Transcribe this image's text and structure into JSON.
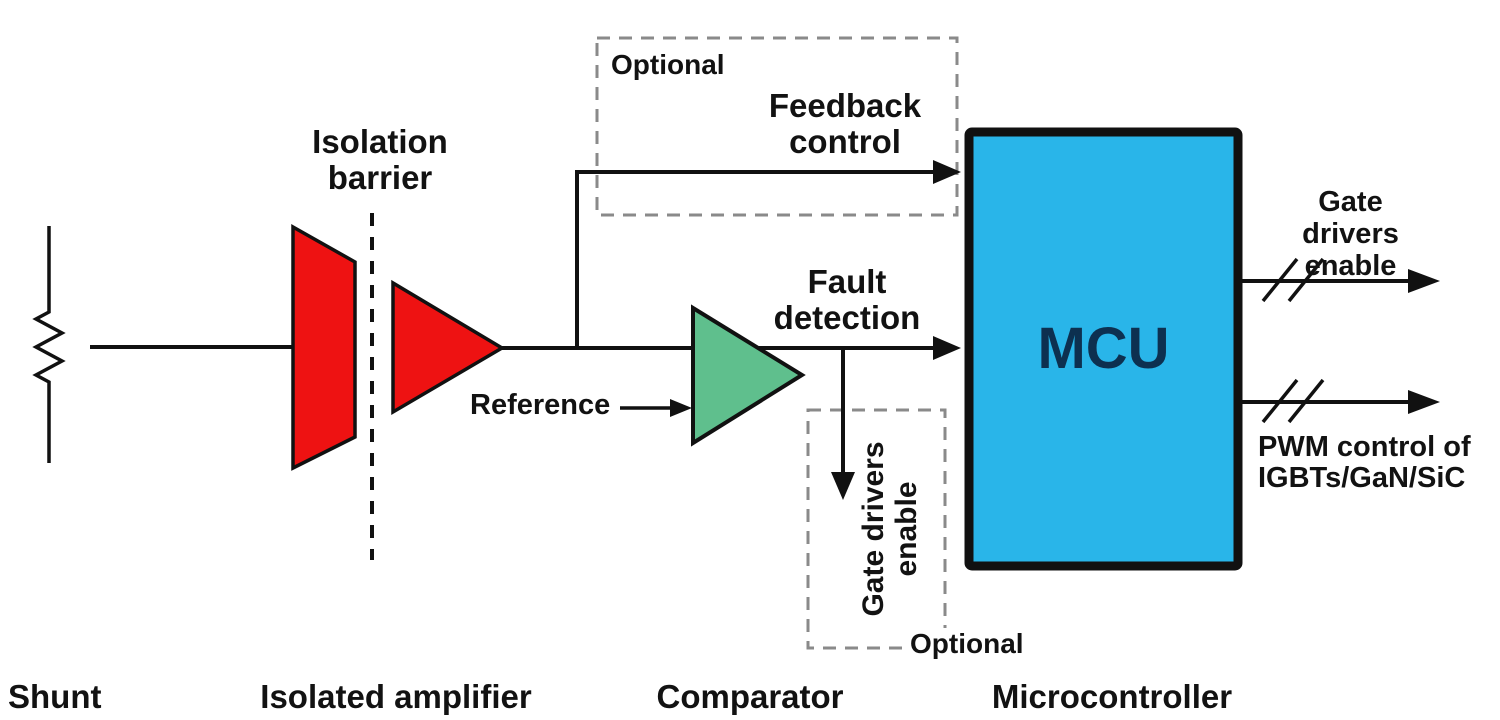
{
  "diagram": {
    "labels": {
      "optional_top": "Optional",
      "optional_bottom": "Optional",
      "feedback_control": "Feedback control",
      "fault_detection": "Fault detection",
      "isolation_barrier": "Isolation barrier",
      "reference": "Reference",
      "mcu": "MCU",
      "gate_drivers_enable_right": "Gate drivers enable",
      "gate_drivers_enable_vertical": "Gate drivers enable",
      "pwm_control": "PWM control of IGBTs/GaN/SiC",
      "shunt": "Shunt",
      "isolated_amplifier": "Isolated amplifier",
      "comparator": "Comparator",
      "microcontroller": "Microcontroller"
    },
    "colors": {
      "amplifier_red": "#ee1212",
      "comparator_green": "#5fbf8d",
      "mcu_fill": "#29b5e9",
      "mcu_text": "#0d3050",
      "wire": "#111111",
      "optional_dash": "#8a8a8a"
    }
  }
}
